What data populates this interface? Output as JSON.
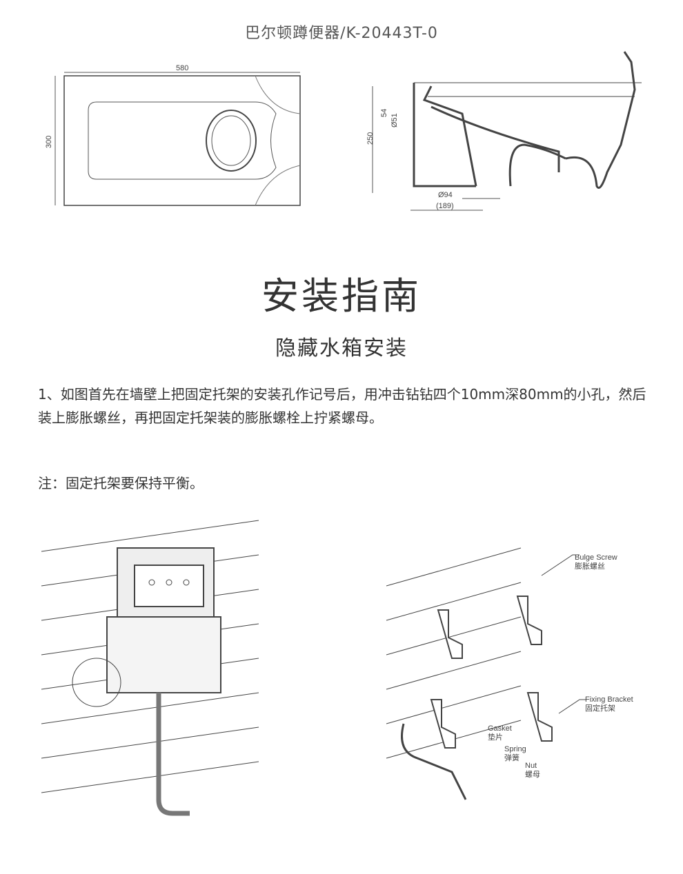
{
  "product_title": "巴尔顿蹲便器/K-20443T-0",
  "top_view": {
    "width_label": "580",
    "height_label": "300"
  },
  "side_view": {
    "dim_54": "54",
    "dim_d51": "Ø51",
    "dim_250": "250",
    "dim_d94": "Ø94",
    "dim_189": "(189)"
  },
  "heading": "安装指南",
  "subheading": "隐藏水箱安装",
  "step_1": "1、如图首先在墙壁上把固定托架的安装孔作记号后，用冲击钻钻四个10mm深80mm的小孔，然后装上膨胀螺丝，再把固定托架装的膨胀螺栓上拧紧螺母。",
  "note": "注：固定托架要保持平衡。",
  "callouts": {
    "bulge_screw": {
      "en": "Bulge Screw",
      "zh": "膨胀螺丝"
    },
    "fixing_bracket": {
      "en": "Fixing Bracket",
      "zh": "固定托架"
    },
    "gasket": {
      "en": "Gasket",
      "zh": "垫片"
    },
    "spring": {
      "en": "Spring",
      "zh": "弹簧"
    },
    "nut": {
      "en": "Nut",
      "zh": "螺母"
    }
  }
}
